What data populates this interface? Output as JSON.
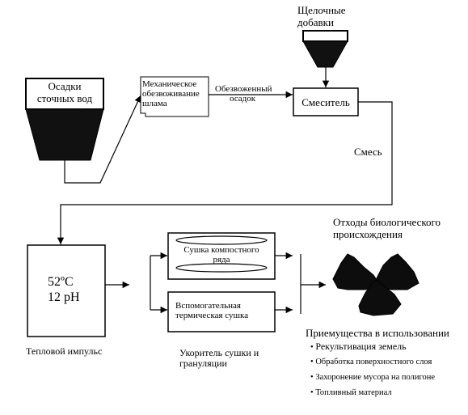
{
  "diagram": {
    "alkaline_additives": [
      "Щелочные",
      "добавки"
    ],
    "sewage_sludge": [
      "Осадки",
      "сточных вод"
    ],
    "mechanical_dewatering": [
      "Механическое",
      "обезвоживание",
      "шлама"
    ],
    "dewatered_sludge": [
      "Обезвоженный",
      "осадок"
    ],
    "mixer": "Смеситель",
    "mixture": "Смесь",
    "heat_box": [
      "52ºC",
      "12 pH"
    ],
    "heat_pulse": "Тепловой импульс",
    "compost_drying": [
      "Сушка компостного",
      "ряда"
    ],
    "thermal_drying": [
      "Вспомогательная",
      "термическая сушка"
    ],
    "accelerator": [
      "Укоритель сушки и",
      "грануляции"
    ],
    "bio_waste": [
      "Отходы биологического",
      "происхождения"
    ],
    "benefits_title": "Приемущества в использовании",
    "benefits": [
      "Рекультивация земель",
      "Обработка поверхностного слоя",
      "Захоронение мусора на полигоне",
      "Топливный материал"
    ],
    "bullet_glyph": "•"
  }
}
